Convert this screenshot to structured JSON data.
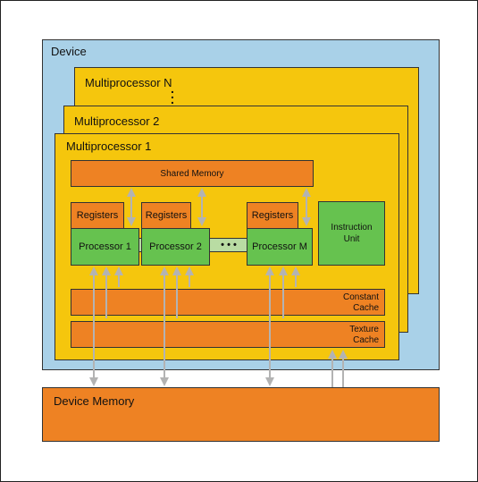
{
  "device": {
    "label": "Device",
    "memory_label": "Device Memory"
  },
  "multiprocessors": [
    {
      "label": "Multiprocessor N"
    },
    {
      "label": "Multiprocessor 2"
    },
    {
      "label": "Multiprocessor 1"
    }
  ],
  "multiprocessor_1": {
    "shared_memory": "Shared Memory",
    "registers_label": "Registers",
    "processors": [
      "Processor 1",
      "Processor 2",
      "Processor M"
    ],
    "ellipsis": "• • •",
    "instruction_unit": "Instruction Unit",
    "constant_cache": [
      "Constant",
      "Cache"
    ],
    "texture_cache": [
      "Texture",
      "Cache"
    ]
  },
  "colors": {
    "device_bg": "#a9d1e8",
    "multiprocessor_bg": "#f5c60d",
    "memory_orange": "#ee8223",
    "processor_green": "#66c24f",
    "arrow_gray": "#b3b3b3"
  }
}
